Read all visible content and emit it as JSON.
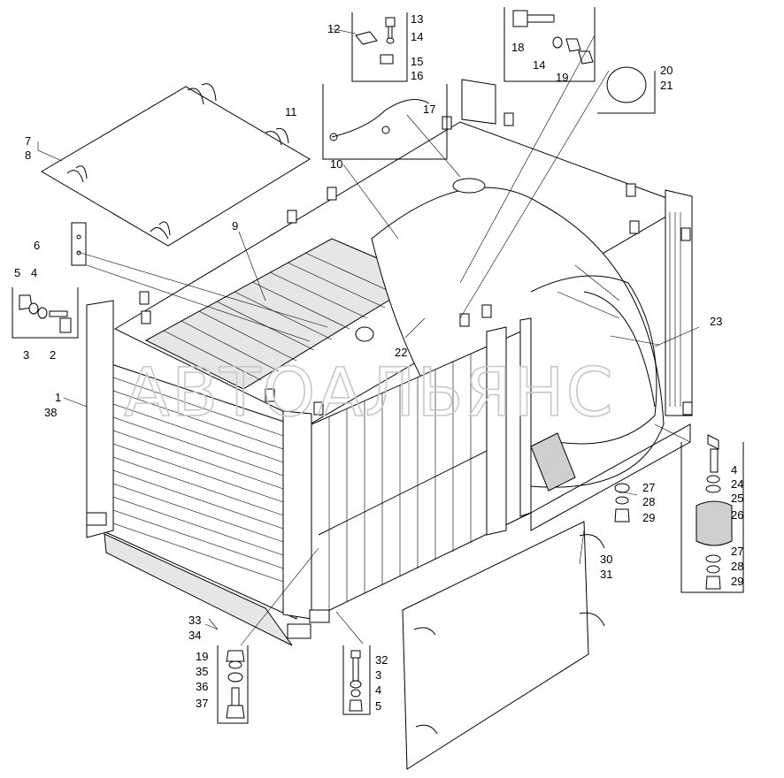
{
  "watermark": "АВТОАЛЬЯНС",
  "callouts": [
    {
      "id": "c1",
      "text": "1"
    },
    {
      "id": "c38",
      "text": "38"
    },
    {
      "id": "c2",
      "text": "2"
    },
    {
      "id": "c3a",
      "text": "3"
    },
    {
      "id": "c4a",
      "text": "4"
    },
    {
      "id": "c5a",
      "text": "5"
    },
    {
      "id": "c6",
      "text": "6"
    },
    {
      "id": "c7",
      "text": "7"
    },
    {
      "id": "c8",
      "text": "8"
    },
    {
      "id": "c9",
      "text": "9"
    },
    {
      "id": "c10",
      "text": "10"
    },
    {
      "id": "c11",
      "text": "11"
    },
    {
      "id": "c12",
      "text": "12"
    },
    {
      "id": "c13",
      "text": "13"
    },
    {
      "id": "c14a",
      "text": "14"
    },
    {
      "id": "c15",
      "text": "15"
    },
    {
      "id": "c16",
      "text": "16"
    },
    {
      "id": "c17",
      "text": "17"
    },
    {
      "id": "c18",
      "text": "18"
    },
    {
      "id": "c14b",
      "text": "14"
    },
    {
      "id": "c19a",
      "text": "19"
    },
    {
      "id": "c20",
      "text": "20"
    },
    {
      "id": "c21",
      "text": "21"
    },
    {
      "id": "c22",
      "text": "22"
    },
    {
      "id": "c23",
      "text": "23"
    },
    {
      "id": "c4b",
      "text": "4"
    },
    {
      "id": "c24",
      "text": "24"
    },
    {
      "id": "c25",
      "text": "25"
    },
    {
      "id": "c26",
      "text": "26"
    },
    {
      "id": "c27a",
      "text": "27"
    },
    {
      "id": "c28a",
      "text": "28"
    },
    {
      "id": "c29a",
      "text": "29"
    },
    {
      "id": "c27b",
      "text": "27"
    },
    {
      "id": "c28b",
      "text": "28"
    },
    {
      "id": "c29b",
      "text": "29"
    },
    {
      "id": "c30",
      "text": "30"
    },
    {
      "id": "c31",
      "text": "31"
    },
    {
      "id": "c33",
      "text": "33"
    },
    {
      "id": "c34",
      "text": "34"
    },
    {
      "id": "c19b",
      "text": "19"
    },
    {
      "id": "c35",
      "text": "35"
    },
    {
      "id": "c36",
      "text": "36"
    },
    {
      "id": "c37",
      "text": "37"
    },
    {
      "id": "c32",
      "text": "32"
    },
    {
      "id": "c3b",
      "text": "3"
    },
    {
      "id": "c4c",
      "text": "4"
    },
    {
      "id": "c5b",
      "text": "5"
    }
  ]
}
